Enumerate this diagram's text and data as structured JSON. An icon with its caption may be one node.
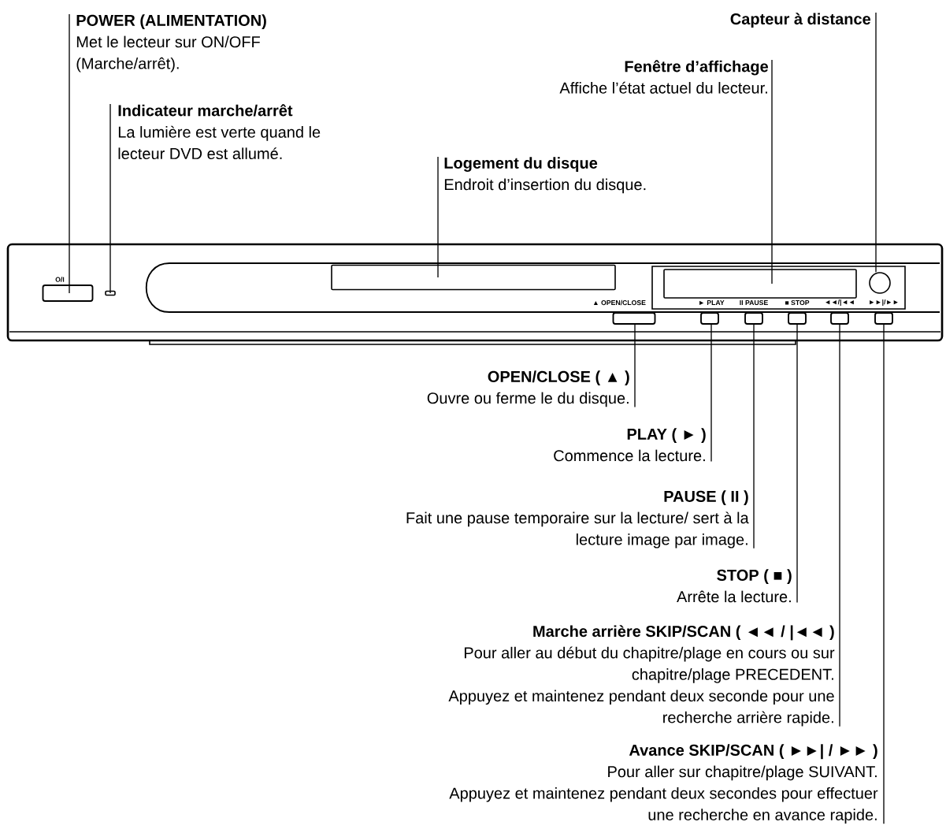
{
  "diagram": {
    "nodes": [
      {
        "text": [
          "POWER (ALIMENTATION)",
          "Met le lecteur sur ON/OFF (Marche/arrêt)."
        ]
      },
      {
        "text": [
          "Capteur à distance"
        ]
      },
      {
        "text": [
          "Fenêtre d’affichage",
          "Affiche l’état actuel du lecteur."
        ]
      },
      {
        "text": [
          "Indicateur marche/arrêt",
          "La lumière est verte quand le lecteur DVD est allumé."
        ]
      },
      {
        "text": [
          "Logement du disque",
          "Endroit d’insertion du disque."
        ]
      },
      {
        "text": [],
        "shape": "button",
        "beside": [
          "O/I"
        ]
      },
      {
        "text": [],
        "shape": "box"
      },
      {
        "text": [],
        "shape": "box"
      },
      {
        "text": [],
        "shape": "box"
      },
      {
        "text": [],
        "shape": "circle"
      },
      {
        "text": [],
        "shape": "button"
      },
      {
        "text": [],
        "shape": "button"
      },
      {
        "text": [],
        "shape": "button"
      },
      {
        "text": [],
        "shape": "button"
      },
      {
        "text": [],
        "shape": "button"
      },
      {
        "text": [],
        "shape": "button"
      },
      {
        "text": [
          "OPEN/CLOSE ( ▲ )",
          "Ouvre ou ferme le du disque."
        ]
      },
      {
        "text": [
          "PLAY ( ► )",
          "Commence la lecture."
        ]
      },
      {
        "text": [
          "PAUSE ( II )",
          "Fait une pause temporaire sur la lecture/ sert à la lecture image par image."
        ]
      },
      {
        "text": [
          "STOP ( ■ )",
          "Arrête la lecture."
        ]
      },
      {
        "text": [
          "Marche arrière SKIP/SCAN ( ◄◄ / |◄◄ )",
          "Pour aller au début du chapitre/plage en cours ou sur chapitre/plage PRECEDENT.",
          "Appuyez et maintenez pendant deux seconde pour une recherche arrière rapide."
        ]
      },
      {
        "text": [
          "Avance SKIP/SCAN ( ►►| / ►► )",
          "Pour aller sur chapitre/plage SUIVANT.",
          "Appuyez et maintenez pendant deux secondes pour effectuer une recherche en avance rapide."
        ]
      }
    ],
    "edges": [
      {
        "from": 0,
        "to": 5,
        "arrow": "none"
      },
      {
        "from": 3,
        "to": 6,
        "arrow": "none"
      },
      {
        "from": 4,
        "to": 7,
        "arrow": "none"
      },
      {
        "from": 2,
        "to": 8,
        "arrow": "none"
      },
      {
        "from": 1,
        "to": 9,
        "arrow": "none"
      },
      {
        "from": 16,
        "to": 10,
        "arrow": "none"
      },
      {
        "from": 17,
        "to": 11,
        "arrow": "none"
      },
      {
        "from": 18,
        "to": 12,
        "arrow": "none"
      },
      {
        "from": 19,
        "to": 13,
        "arrow": "none"
      },
      {
        "from": 20,
        "to": 14,
        "arrow": "none"
      },
      {
        "from": 21,
        "to": 15,
        "arrow": "none"
      }
    ],
    "labels": [
      "▲ OPEN/CLOSE",
      "► PLAY",
      "II PAUSE",
      "■ STOP",
      "◄◄/|◄◄",
      "►►|/►►"
    ]
  }
}
